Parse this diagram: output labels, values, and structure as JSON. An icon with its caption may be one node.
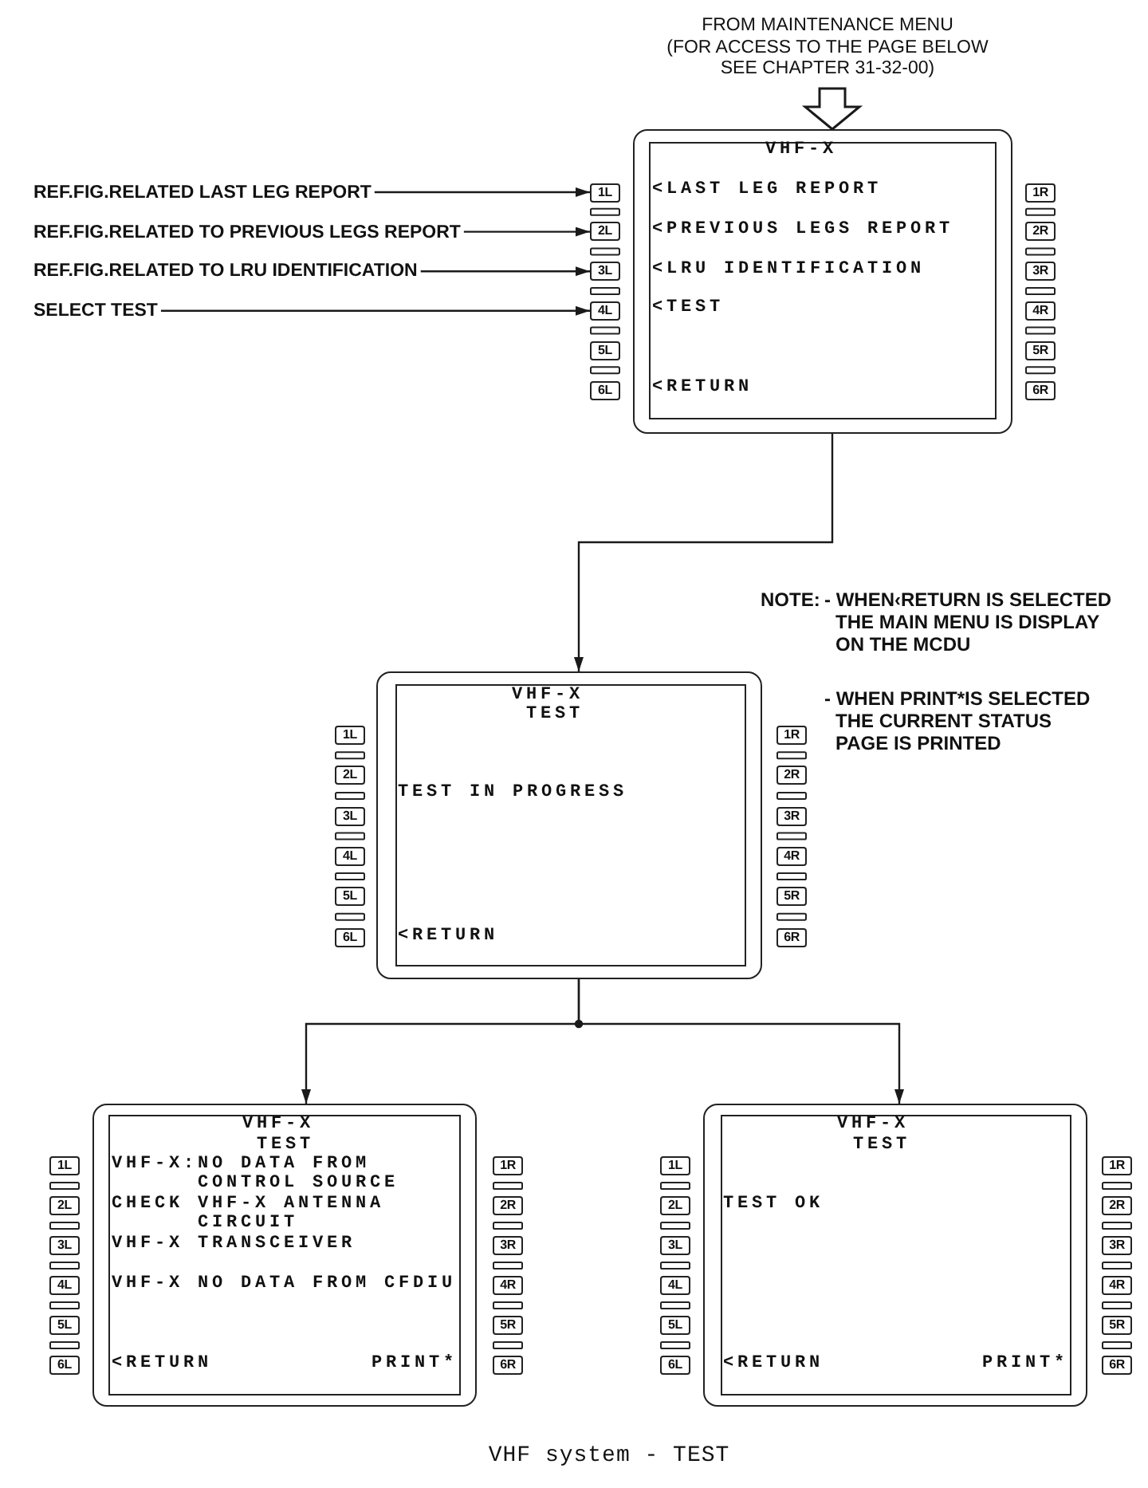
{
  "diagram": {
    "caption": "VHF system - TEST",
    "nodes": [
      {
        "text": [
          "FROM MAINTENANCE MENU",
          "(FOR ACCESS TO THE PAGE BELOW SEE CHAPTER 31-32-00)"
        ]
      },
      {
        "text": [
          "REF.FIG.RELATED LAST LEG REPORT"
        ]
      },
      {
        "text": [
          "REF.FIG.RELATED TO PREVIOUS LEGS REPORT"
        ]
      },
      {
        "text": [
          "REF.FIG.RELATED TO LRU IDENTIFICATION"
        ]
      },
      {
        "text": [
          "SELECT TEST"
        ]
      },
      {
        "text": [
          "1L"
        ]
      },
      {
        "text": [
          "2L"
        ]
      },
      {
        "text": [
          "3L"
        ]
      },
      {
        "text": [
          "4L"
        ]
      },
      {
        "text": [
          "5L"
        ]
      },
      {
        "text": [
          "6L"
        ]
      },
      {
        "text": [],
        "shape": "box"
      },
      {
        "text": [
          "VHF-X",
          "<LAST LEG REPORT",
          "<PREVIOUS LEGS REPORT",
          "<LRU IDENTIFICATION",
          "<TEST",
          "<RETURN"
        ],
        "in": 11
      },
      {
        "text": [
          "1R"
        ]
      },
      {
        "text": [
          "2R"
        ]
      },
      {
        "text": [
          "3R"
        ]
      },
      {
        "text": [
          "4R"
        ]
      },
      {
        "text": [
          "5R"
        ]
      },
      {
        "text": [
          "6R"
        ]
      },
      {
        "text": [
          "1L"
        ]
      },
      {
        "text": [
          "2L"
        ]
      },
      {
        "text": [
          "3L"
        ]
      },
      {
        "text": [
          "4L"
        ]
      },
      {
        "text": [
          "5L"
        ]
      },
      {
        "text": [
          "6L"
        ]
      },
      {
        "text": [],
        "shape": "box"
      },
      {
        "text": [
          "VHF-X",
          "TEST",
          "TEST IN PROGRESS",
          "<RETURN"
        ],
        "in": 25
      },
      {
        "text": [
          "1R"
        ]
      },
      {
        "text": [
          "2R"
        ]
      },
      {
        "text": [
          "3R"
        ]
      },
      {
        "text": [
          "4R"
        ]
      },
      {
        "text": [
          "5R"
        ]
      },
      {
        "text": [
          "6R"
        ]
      },
      {
        "text": [
          "1L"
        ]
      },
      {
        "text": [
          "2L"
        ]
      },
      {
        "text": [
          "3L"
        ]
      },
      {
        "text": [
          "4L"
        ]
      },
      {
        "text": [
          "5L"
        ]
      },
      {
        "text": [
          "6L"
        ]
      },
      {
        "text": [],
        "shape": "box"
      },
      {
        "text": [
          "VHF-X",
          "TEST",
          "VHF-X:NO DATA FROM CONTROL SOURCE",
          "CHECK VHF-X ANTENNA CIRCUIT",
          "VHF-X TRANSCEIVER",
          "VHF-X NO DATA FROM CFDIU",
          "<RETURN",
          "PRINT*"
        ],
        "in": 39
      },
      {
        "text": [
          "1R"
        ]
      },
      {
        "text": [
          "2R"
        ]
      },
      {
        "text": [
          "3R"
        ]
      },
      {
        "text": [
          "4R"
        ]
      },
      {
        "text": [
          "5R"
        ]
      },
      {
        "text": [
          "6R"
        ]
      },
      {
        "text": [
          "1L"
        ]
      },
      {
        "text": [
          "2L"
        ]
      },
      {
        "text": [
          "3L"
        ]
      },
      {
        "text": [
          "4L"
        ]
      },
      {
        "text": [
          "5L"
        ]
      },
      {
        "text": [
          "6L"
        ]
      },
      {
        "text": [],
        "shape": "box"
      },
      {
        "text": [
          "VHF-X",
          "TEST",
          "TEST OK",
          "<RETURN",
          "PRINT*"
        ],
        "in": 53
      },
      {
        "text": [
          "1R"
        ]
      },
      {
        "text": [
          "2R"
        ]
      },
      {
        "text": [
          "3R"
        ]
      },
      {
        "text": [
          "4R"
        ]
      },
      {
        "text": [
          "5R"
        ]
      },
      {
        "text": [
          "6R"
        ]
      }
    ],
    "edges": [
      {
        "from": 0,
        "to": 11,
        "arrow": "to",
        "style": "thick"
      },
      {
        "from": 1,
        "to": 5,
        "arrow": "to"
      },
      {
        "from": 2,
        "to": 6,
        "arrow": "to"
      },
      {
        "from": 3,
        "to": 7,
        "arrow": "to"
      },
      {
        "from": 4,
        "to": 8,
        "arrow": "to"
      },
      {
        "from": 11,
        "to": 25,
        "arrow": "to"
      },
      {
        "from": 25,
        "to": 39,
        "arrow": "to"
      },
      {
        "from": 25,
        "to": 53,
        "arrow": "to"
      }
    ],
    "labels": [
      "NOTE:",
      "- WHEN‹RETURN IS SELECTED THE MAIN MENU IS DISPLAY ON THE MCDU",
      "- WHEN PRINT*IS SELECTED THE CURRENT STATUS PAGE IS PRINTED"
    ]
  }
}
